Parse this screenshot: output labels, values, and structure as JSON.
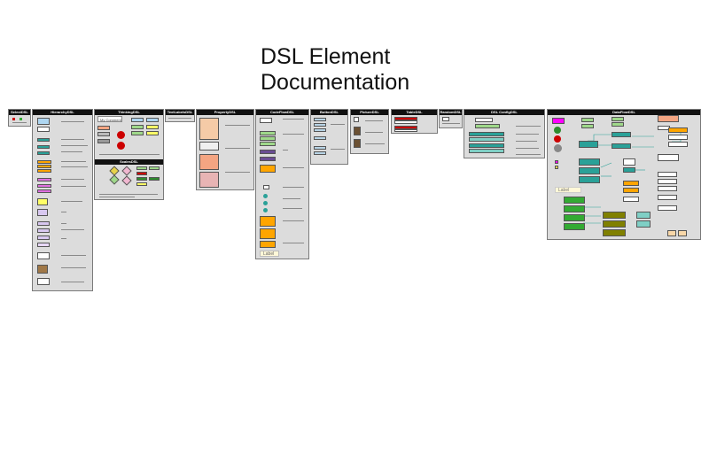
{
  "title": "DSL Element\nDocumentation",
  "panels": [
    {
      "id": "selectdsl",
      "header": "SelectDSL"
    },
    {
      "id": "hierarchydsl",
      "header": "HierarchyDSL"
    },
    {
      "id": "thinkingdsl",
      "header": "ThinkingDSL"
    },
    {
      "id": "scalesdsl",
      "header": "ScalesDSL"
    },
    {
      "id": "textlabeldsl",
      "header": "TextLabelsDSL"
    },
    {
      "id": "propertydsl",
      "header": "PropertyDSL"
    },
    {
      "id": "codeflowdsl",
      "header": "CodeFlowDSL"
    },
    {
      "id": "buttondsl",
      "header": "ButtonDSL"
    },
    {
      "id": "pictuerdsl",
      "header": "PictureDSL"
    },
    {
      "id": "tabledsl",
      "header": "TableDSL"
    },
    {
      "id": "randomdsl",
      "header": "RandomDSL"
    },
    {
      "id": "dslconfigdsl",
      "header": "DSL ConfigDSL"
    },
    {
      "id": "dataflowdsl",
      "header": "DataFlowDSL"
    }
  ],
  "samples": {
    "thinking_comment": "My Comment",
    "codeflow_label": "Label",
    "dataflow_label": "Label"
  },
  "colors": {
    "panel_bg": "#dcdcdc",
    "header_bg": "#111111",
    "teal": "#2aa198",
    "orange": "#ffa500",
    "olive": "#808000",
    "green": "#33aa33",
    "pink": "#e070e0",
    "magenta": "#ff00ff",
    "red": "#cc0000",
    "purple": "#6a4c93",
    "yellow": "#ffff66",
    "lightblue": "#aed6f1"
  }
}
